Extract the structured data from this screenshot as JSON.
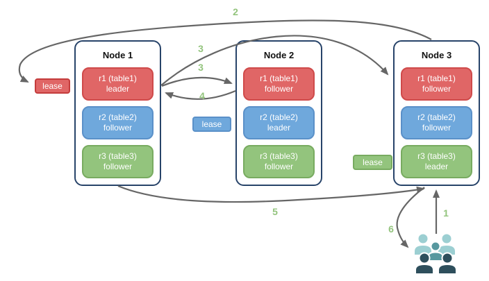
{
  "nodes": [
    {
      "title": "Node 1",
      "replicas": [
        {
          "name": "r1 (table1)",
          "role": "leader",
          "color": "red"
        },
        {
          "name": "r2 (table2)",
          "role": "follower",
          "color": "blue"
        },
        {
          "name": "r3 (table3)",
          "role": "follower",
          "color": "green"
        }
      ]
    },
    {
      "title": "Node 2",
      "replicas": [
        {
          "name": "r1 (table1)",
          "role": "follower",
          "color": "red"
        },
        {
          "name": "r2 (table2)",
          "role": "leader",
          "color": "blue"
        },
        {
          "name": "r3 (table3)",
          "role": "follower",
          "color": "green"
        }
      ]
    },
    {
      "title": "Node 3",
      "replicas": [
        {
          "name": "r1 (table1)",
          "role": "follower",
          "color": "red"
        },
        {
          "name": "r2 (table2)",
          "role": "follower",
          "color": "blue"
        },
        {
          "name": "r3 (table3)",
          "role": "leader",
          "color": "green"
        }
      ]
    }
  ],
  "leases": [
    {
      "label": "lease",
      "color": "red"
    },
    {
      "label": "lease",
      "color": "blue"
    },
    {
      "label": "lease",
      "color": "green"
    }
  ],
  "steps": {
    "s1": "1",
    "s2": "2",
    "s3a": "3",
    "s3b": "3",
    "s4": "4",
    "s5": "5",
    "s6": "6"
  },
  "icons": {
    "clients": "users-group-icon"
  },
  "colors": {
    "red_fill": "#e06666",
    "red_border": "#cf4a4a",
    "blue_fill": "#6fa8dc",
    "blue_border": "#5a90c8",
    "green_fill": "#93c47d",
    "green_border": "#78ab60",
    "node_border": "#274369",
    "arrow": "#666666",
    "step_label": "#93c47d",
    "people_light": "#9ccfd2",
    "people_mid": "#57989f",
    "people_dark": "#2e4f5c"
  }
}
